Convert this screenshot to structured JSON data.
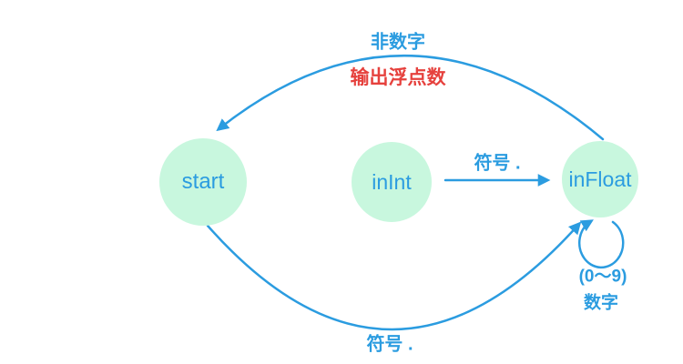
{
  "diagram": {
    "type": "state-machine",
    "colors": {
      "node_fill": "#c8f7de",
      "accent_blue": "#2b9ce0",
      "accent_red": "#e6413d",
      "background": "#ffffff"
    },
    "nodes": [
      {
        "id": "start",
        "label": "start"
      },
      {
        "id": "inInt",
        "label": "inInt"
      },
      {
        "id": "inFloat",
        "label": "inFloat"
      }
    ],
    "edges": [
      {
        "name": "inFloat-to-start-top-arc",
        "from": "inFloat",
        "to": "start",
        "label_line1": "非数字",
        "label_line2": "输出浮点数"
      },
      {
        "name": "inInt-to-inFloat-straight",
        "from": "inInt",
        "to": "inFloat",
        "label": "符号 ."
      },
      {
        "name": "start-to-inFloat-bottom-arc",
        "from": "start",
        "to": "inFloat",
        "label": "符号 ."
      },
      {
        "name": "inFloat-self-loop",
        "from": "inFloat",
        "to": "inFloat",
        "label_line1": "(0～9)",
        "label_line2": "数字"
      }
    ]
  }
}
